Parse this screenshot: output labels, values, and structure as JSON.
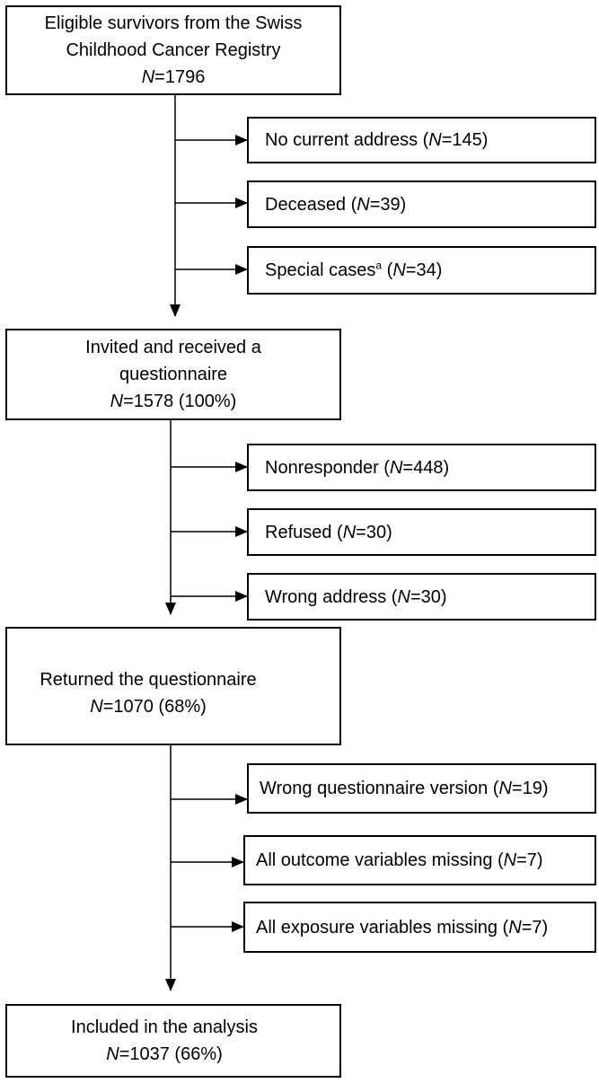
{
  "main_boxes": [
    {
      "lines": [
        "Eligible survivors from the Swiss",
        "Childhood Cancer Registry"
      ],
      "count_prefix": "N",
      "count_suffix": "=1796"
    },
    {
      "lines": [
        "Invited and received a",
        "questionnaire"
      ],
      "count_prefix": "N",
      "count_suffix": "=1578 (100%)"
    },
    {
      "lines": [
        "Returned the questionnaire"
      ],
      "count_prefix": "N",
      "count_suffix": "=1070 (68%)"
    },
    {
      "lines": [
        "Included in the analysis"
      ],
      "count_prefix": "N",
      "count_suffix": "=1037 (66%)"
    }
  ],
  "exclusions": [
    {
      "label": "No current address (",
      "sup": "",
      "n": "N",
      "value": "=145)"
    },
    {
      "label": "Deceased (",
      "sup": "",
      "n": "N",
      "value": "=39)"
    },
    {
      "label": "Special cases",
      "sup": "a",
      "mid": " (",
      "n": "N",
      "value": "=34)"
    },
    {
      "label": "Nonresponder (",
      "sup": "",
      "n": "N",
      "value": "=448)"
    },
    {
      "label": "Refused (",
      "sup": "",
      "n": "N",
      "value": "=30)"
    },
    {
      "label": "Wrong address (",
      "sup": "",
      "n": "N",
      "value": "=30)"
    },
    {
      "label": "Wrong questionnaire version (",
      "sup": "",
      "n": "N",
      "value": "=19)"
    },
    {
      "label": "All outcome variables missing (",
      "sup": "",
      "n": "N",
      "value": "=7)"
    },
    {
      "label": "All exposure variables missing (",
      "sup": "",
      "n": "N",
      "value": "=7)"
    }
  ]
}
